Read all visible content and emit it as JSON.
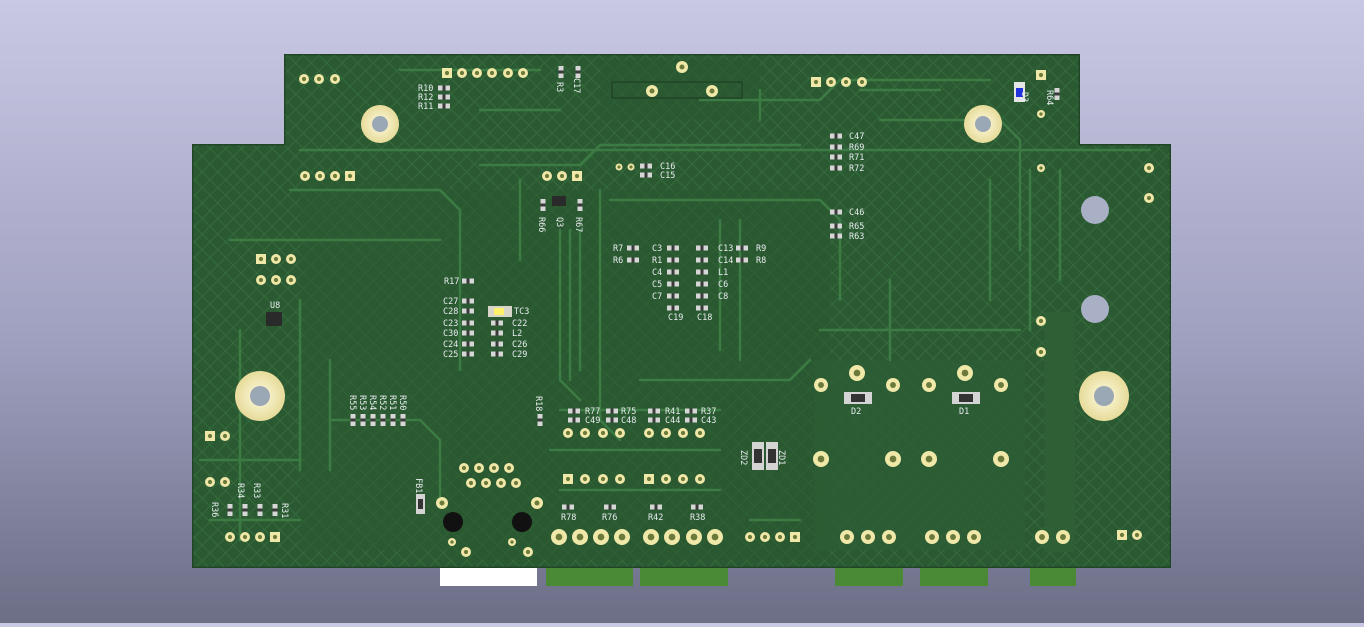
{
  "colors": {
    "board": "#2b5a32",
    "board_dark": "#244d2b",
    "trace": "#3b7a44",
    "copper_pad": "#d9c36a",
    "plated_ring": "#f3ecb0",
    "silk": "#e9eef0",
    "connector_green": "#4a8a35",
    "connector_white": "#ffffff"
  },
  "icons": {
    "mounting_hole": "mounting-hole-icon",
    "smd_pad": "smd-pad-icon",
    "through_hole": "through-hole-icon"
  },
  "labels": {
    "R10": "R10",
    "R12": "R12",
    "R11": "R11",
    "R3": "R3",
    "C17": "C17",
    "D3": "D3",
    "R64": "R64",
    "C47": "C47",
    "R69": "R69",
    "R71": "R71",
    "R72": "R72",
    "C16": "C16",
    "C15": "C15",
    "R66": "R66",
    "Q3": "Q3",
    "R67": "R67",
    "C46": "C46",
    "R65": "R65",
    "R63": "R63",
    "R7": "R7",
    "R6": "R6",
    "C3": "C3",
    "R1": "R1",
    "C4": "C4",
    "C5": "C5",
    "C7": "C7",
    "C19": "C19",
    "C13": "C13",
    "R9": "R9",
    "C14": "C14",
    "R8": "R8",
    "L1": "L1",
    "C6": "C6",
    "C8": "C8",
    "C18": "C18",
    "R17": "R17",
    "C27": "C27",
    "C28": "C28",
    "TC3": "TC3",
    "C23": "C23",
    "C22": "C22",
    "C30": "C30",
    "L2": "L2",
    "C24": "C24",
    "C26": "C26",
    "C25": "C25",
    "C29": "C29",
    "U8": "U8",
    "R55": "R55",
    "R53": "R53",
    "R54": "R54",
    "R52": "R52",
    "R51": "R51",
    "R50": "R50",
    "R18": "R18",
    "R77": "R77",
    "R75": "R75",
    "C49": "C49",
    "C48": "C48",
    "R41": "R41",
    "R37": "R37",
    "C44": "C44",
    "C43": "C43",
    "D2": "D2",
    "D1": "D1",
    "ZD2": "ZD2",
    "ZD1": "ZD1",
    "FB1": "FB1",
    "R36": "R36",
    "R34": "R34",
    "R33": "R33",
    "R31": "R31",
    "R78": "R78",
    "R76": "R76",
    "R42": "R42",
    "R38": "R38"
  }
}
